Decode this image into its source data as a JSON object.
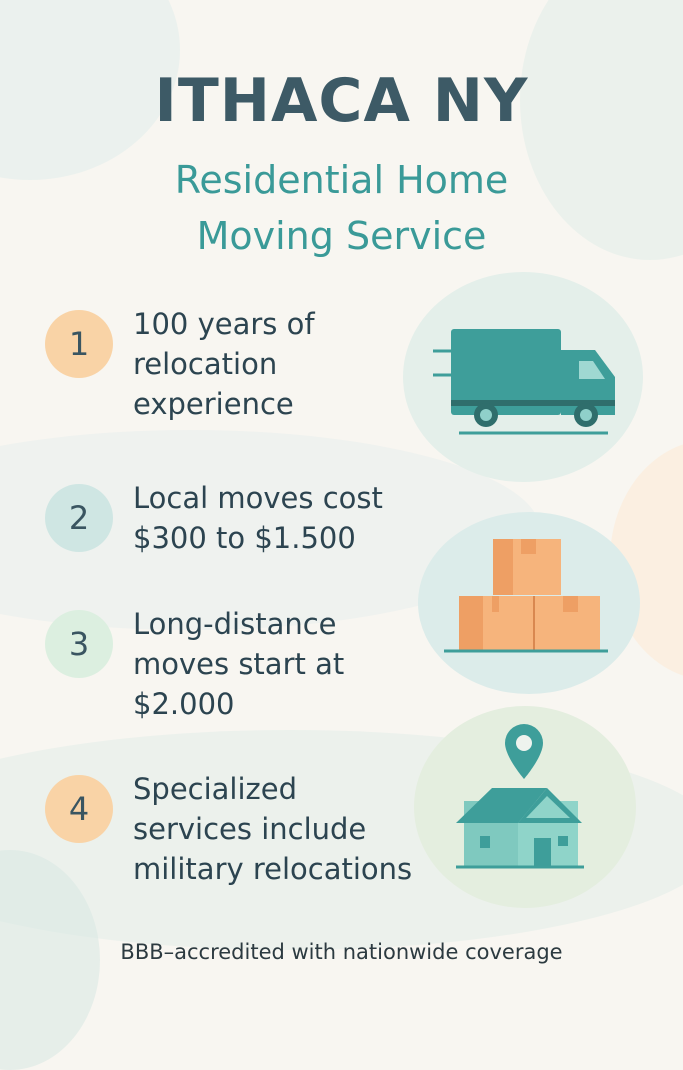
{
  "header": {
    "title": "ITHACA NY",
    "subtitle_line1": "Residential Home",
    "subtitle_line2": "Moving Service"
  },
  "items": [
    {
      "number": "1",
      "lines": [
        "100 years of",
        "relocation",
        "experience"
      ],
      "badge_color": "#f9d3a6",
      "icon": "truck-icon"
    },
    {
      "number": "2",
      "lines": [
        "Local moves cost",
        "$300 to $1.500"
      ],
      "badge_color": "#cfe6e3",
      "icon": "boxes-icon"
    },
    {
      "number": "3",
      "lines": [
        "Long-distance",
        "moves start at",
        "$2.000"
      ],
      "badge_color": "#dcefe0",
      "icon": "boxes-icon"
    },
    {
      "number": "4",
      "lines": [
        "Specialized",
        "services include",
        "military relocations"
      ],
      "badge_color": "#f9d3a6",
      "icon": "house-location-icon"
    }
  ],
  "footer": {
    "text": "BBB–accredited with nationwide coverage"
  },
  "colors": {
    "title": "#3d5a66",
    "subtitle": "#3a9a98",
    "teal": "#3e9e9a",
    "teal_dark": "#2f6e6c",
    "box_orange": "#f6b47c",
    "background": "#f8f6f1"
  }
}
